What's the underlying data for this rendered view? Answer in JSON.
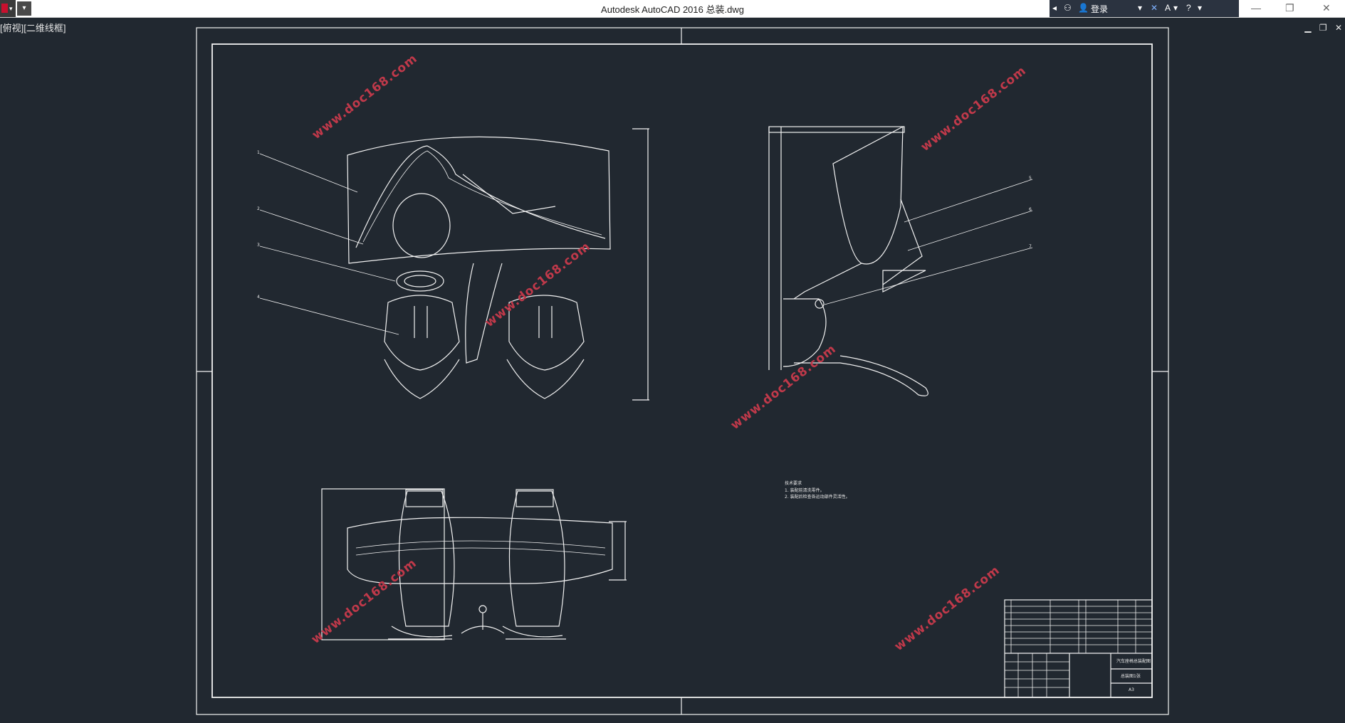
{
  "titlebar": {
    "title": "Autodesk AutoCAD 2016     总装.dwg",
    "login_label": "登录"
  },
  "viewport_label": "[俯视][二维线框]",
  "watermark_text": "www.doc168.com",
  "tech_notes": {
    "heading": "技术要求",
    "line1": "1. 装配前清洗零件。",
    "line2": "2. 装配后检查各运动部件灵活性。"
  },
  "title_block": {
    "drawing_name": "汽车座椅总装配图",
    "code": "总装图1张",
    "scale": "A3"
  },
  "balloons": [
    "1",
    "2",
    "3",
    "4",
    "5",
    "6",
    "7"
  ],
  "colors": {
    "canvas": "#212830",
    "lines": "#f2f2f2",
    "watermark": "#c0394a"
  }
}
